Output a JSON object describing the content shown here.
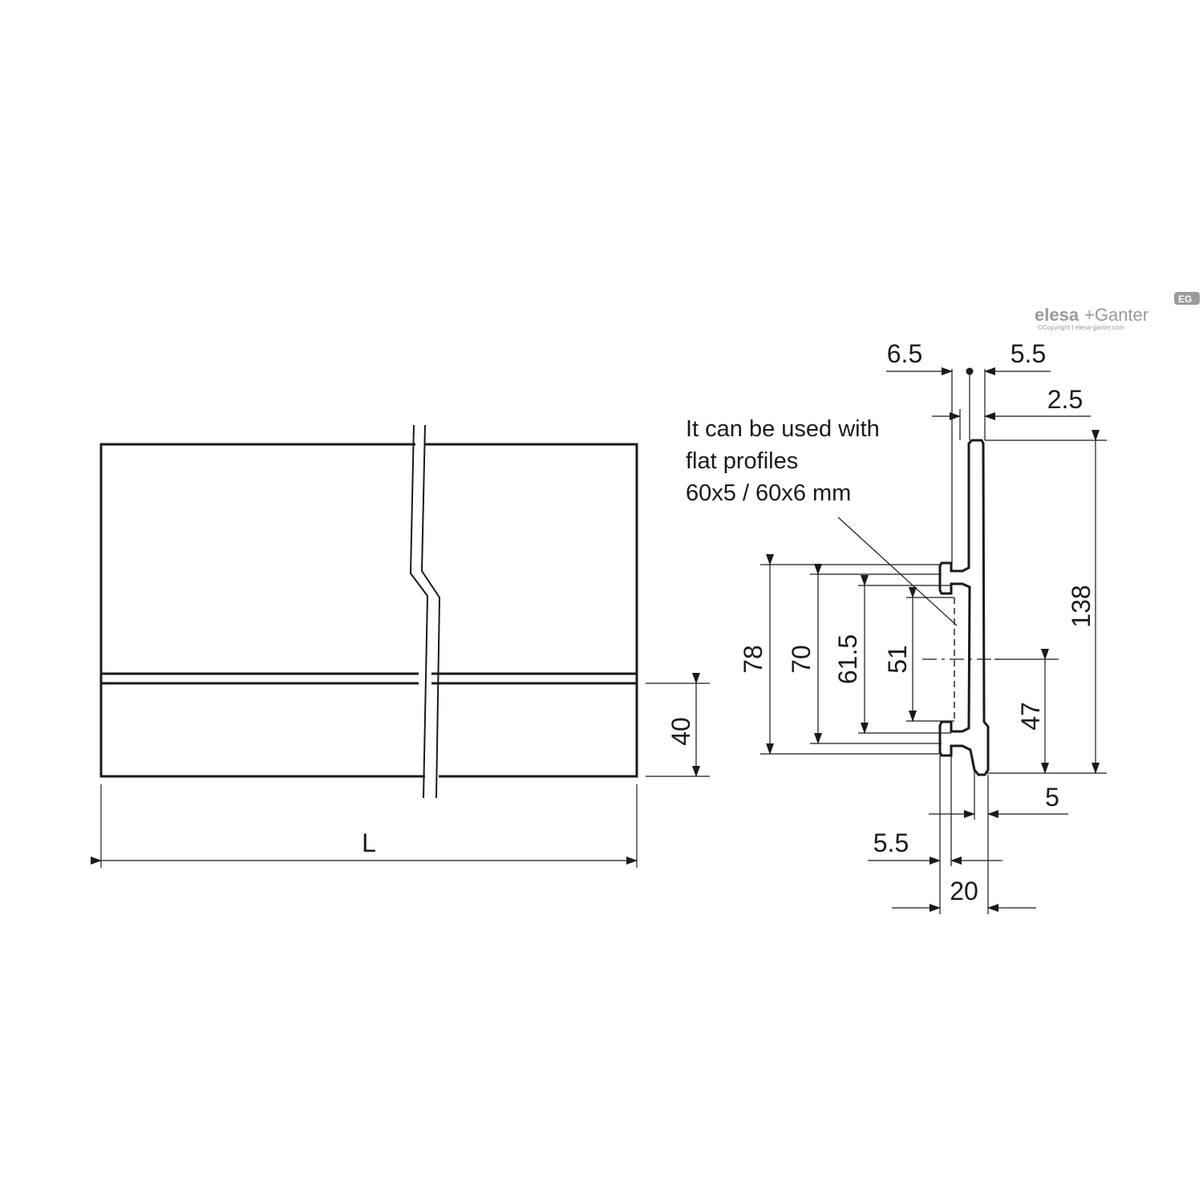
{
  "logo": {
    "brand_bold": "elesa",
    "brand_rest": "+Ganter",
    "badge": "EG",
    "copyright": "©Copyright | elesa-ganter.com"
  },
  "note": {
    "lines": [
      "It can be used with",
      "flat profiles",
      "60x5 / 60x6 mm"
    ]
  },
  "front_view": {
    "length_label": "L",
    "height_label": "40"
  },
  "side_view": {
    "dim_6_5": "6.5",
    "dim_5_5_top": "5.5",
    "dim_2_5": "2.5",
    "dim_138": "138",
    "dim_78": "78",
    "dim_70": "70",
    "dim_61_5": "61.5",
    "dim_51": "51",
    "dim_47": "47",
    "dim_5": "5",
    "dim_5_5_bottom": "5.5",
    "dim_20": "20"
  },
  "colors": {
    "line": "#1a1a1a",
    "logo_gray": "#9a9a9a"
  }
}
